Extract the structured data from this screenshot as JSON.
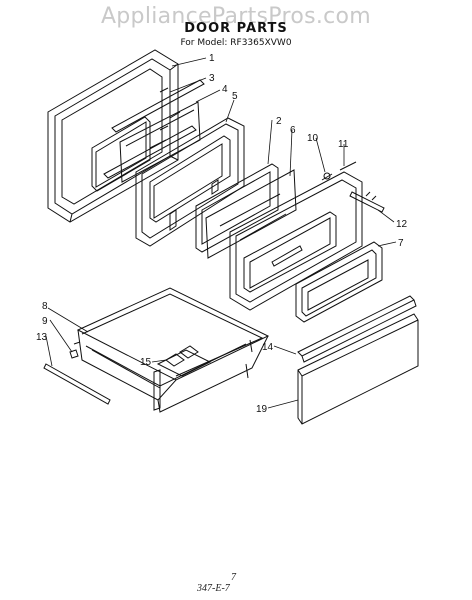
{
  "watermark": "AppliancePartsPros.com",
  "header": {
    "title": "DOOR PARTS",
    "subtitle": "For Model: RF3365XVW0"
  },
  "callouts": [
    "1",
    "3",
    "4",
    "5",
    "2",
    "6",
    "10",
    "11",
    "12",
    "7",
    "8",
    "9",
    "13",
    "15",
    "14",
    "19"
  ],
  "footer": {
    "page": "7",
    "code": "347-E-7"
  },
  "colors": {
    "line": "#111111",
    "watermark": "#c9c9c9",
    "background": "#ffffff"
  }
}
